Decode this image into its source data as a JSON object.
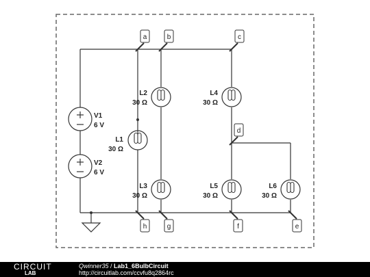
{
  "nodes": [
    "a",
    "b",
    "c",
    "d",
    "e",
    "f",
    "g",
    "h"
  ],
  "sources": [
    {
      "name": "V1",
      "value": "6 V"
    },
    {
      "name": "V2",
      "value": "6 V"
    }
  ],
  "bulbs": [
    {
      "name": "L1",
      "value": "30 Ω"
    },
    {
      "name": "L2",
      "value": "30 Ω"
    },
    {
      "name": "L3",
      "value": "30 Ω"
    },
    {
      "name": "L4",
      "value": "30 Ω"
    },
    {
      "name": "L5",
      "value": "30 Ω"
    },
    {
      "name": "L6",
      "value": "30 Ω"
    }
  ],
  "footer": {
    "logo_top": "CIRCUIT",
    "logo_bottom": "LAB",
    "author": "Qwinner35",
    "separator": " / ",
    "title": "Lab1_6BulbCircuit",
    "url": "http://circuitlab.com/ccvfu8q2864rc"
  }
}
